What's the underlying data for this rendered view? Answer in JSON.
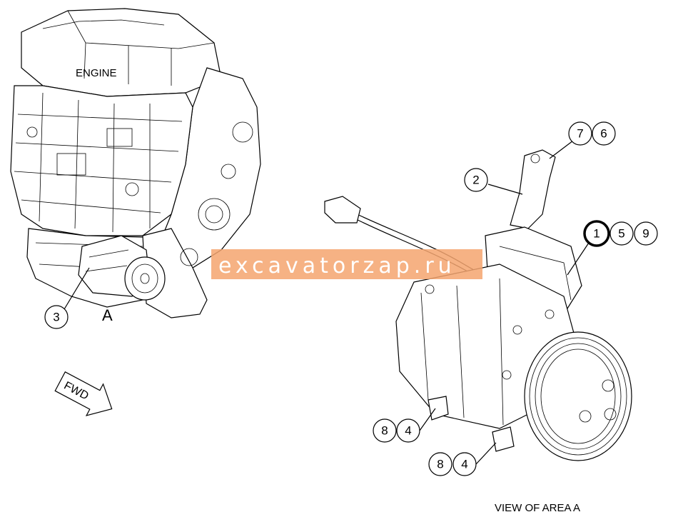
{
  "labels": {
    "engine": "ENGINE",
    "area": "A",
    "fwd": "FWD",
    "view": "VIEW OF AREA A"
  },
  "callouts": {
    "c3": "3",
    "c2": "2",
    "c7": "7",
    "c6": "6",
    "c1": "1",
    "c5": "5",
    "c9": "9",
    "c8a": "8",
    "c4a": "4",
    "c8b": "8",
    "c4b": "4"
  },
  "watermark": {
    "text": "excavatorzap.ru",
    "color": "#f5a56e"
  },
  "highlight_color": "#d8232a"
}
